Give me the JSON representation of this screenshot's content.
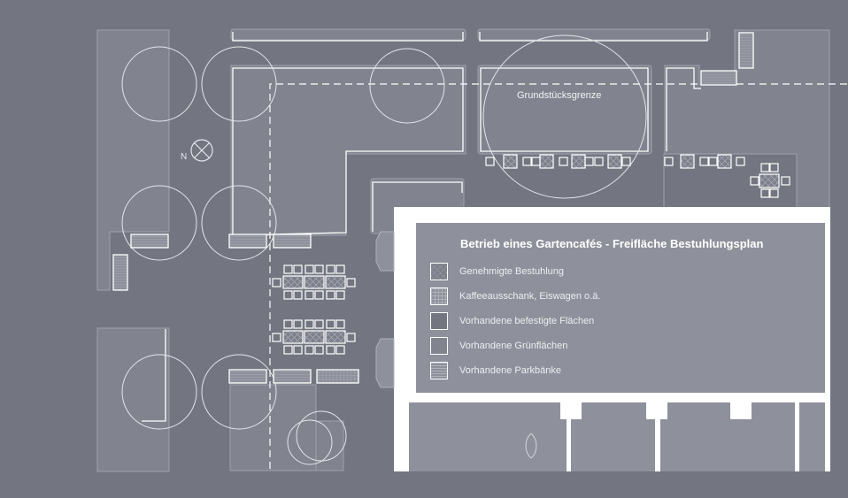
{
  "plan": {
    "title": "Betrieb eines Gartencafés - Freifläche Bestuhlungsplan",
    "boundary_label": "Grundstücksgrenze",
    "north_label": "N"
  },
  "legend": {
    "items": [
      {
        "label": "Genehmigte Bestuhlung",
        "pattern": "crosshatch"
      },
      {
        "label": "Kaffeeausschank, Eiswagen o.ä.",
        "pattern": "grid"
      },
      {
        "label": "Vorhandene befestigte Flächen",
        "pattern": "dark-fill"
      },
      {
        "label": "Vorhandene Grünflächen",
        "pattern": "light-fill"
      },
      {
        "label": "Vorhandene Parkbänke",
        "pattern": "horizontal-lines"
      }
    ]
  },
  "colors": {
    "background": "#737681",
    "green_area": "#81848f",
    "building": "#8e919b",
    "line": "#ffffff"
  }
}
